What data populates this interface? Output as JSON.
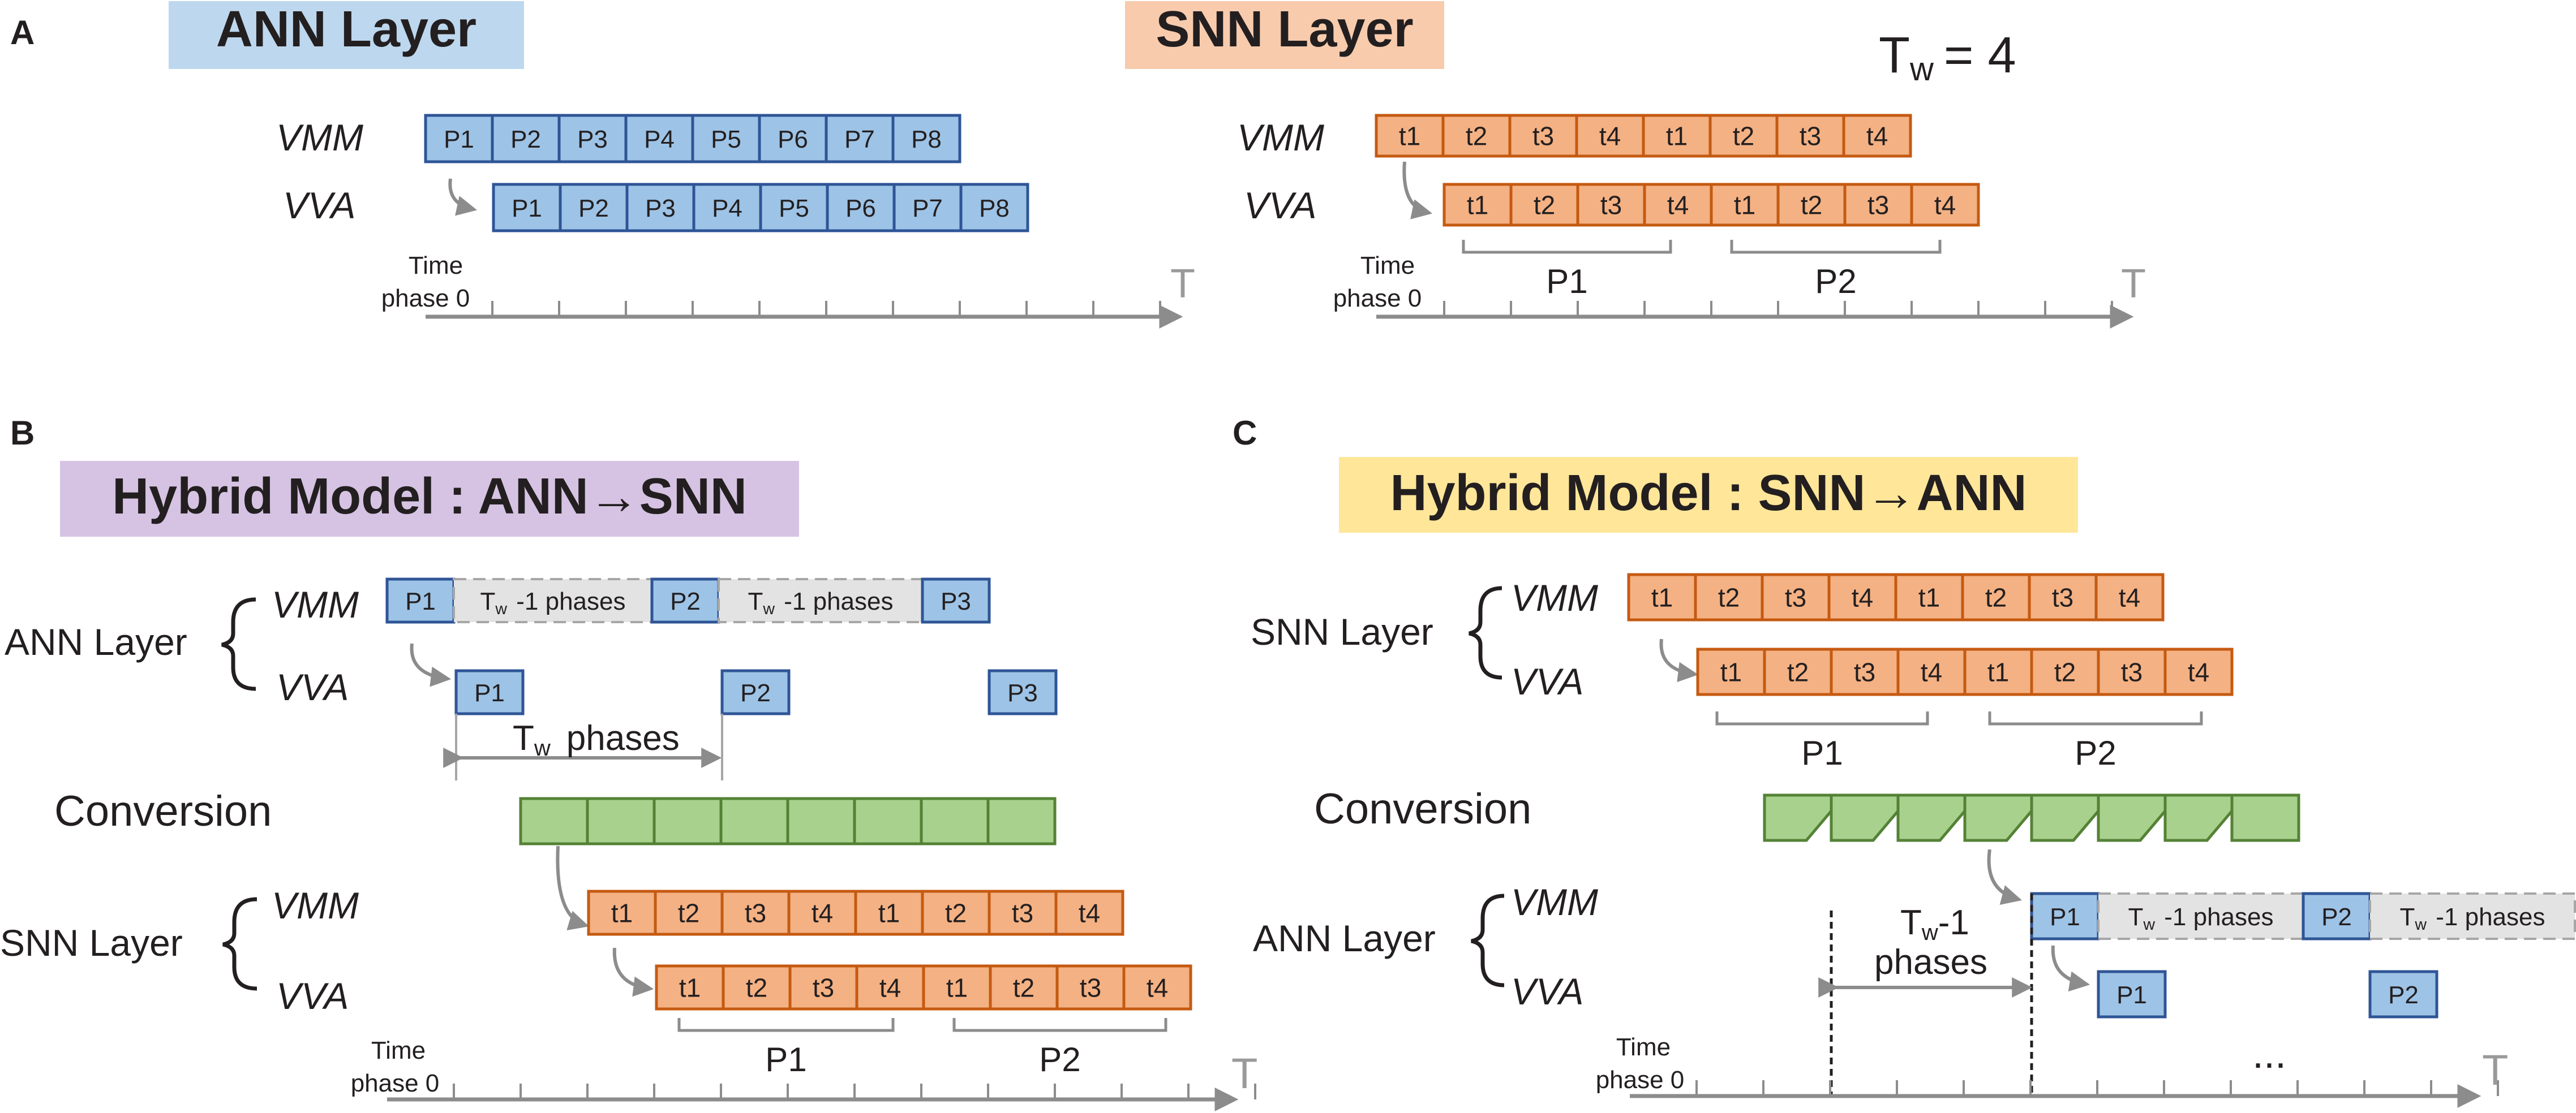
{
  "panel_a": {
    "label": "A",
    "ann_title": "ANN Layer",
    "snn_title": "SNN Layer",
    "tw_symbol": "T",
    "tw_sub": "w",
    "tw_value": "= 4",
    "ann": {
      "vmm_label": "VMM",
      "vva_label": "VVA",
      "vmm_cells": [
        "P1",
        "P2",
        "P3",
        "P4",
        "P5",
        "P6",
        "P7",
        "P8"
      ],
      "vva_cells": [
        "P1",
        "P2",
        "P3",
        "P4",
        "P5",
        "P6",
        "P7",
        "P8"
      ],
      "time_label_1": "Time",
      "time_label_2": "phase 0",
      "axis_end": "T"
    },
    "snn": {
      "vmm_label": "VMM",
      "vva_label": "VVA",
      "vmm_cells": [
        "t1",
        "t2",
        "t3",
        "t4",
        "t1",
        "t2",
        "t3",
        "t4"
      ],
      "vva_cells": [
        "t1",
        "t2",
        "t3",
        "t4",
        "t1",
        "t2",
        "t3",
        "t4"
      ],
      "brace_labels": [
        "P1",
        "P2"
      ],
      "time_label_1": "Time",
      "time_label_2": "phase 0",
      "axis_end": "T"
    }
  },
  "panel_b": {
    "label": "B",
    "title": "Hybrid Model : ANN→SNN",
    "ann_group_label": "ANN Layer",
    "snn_group_label": "SNN Layer",
    "vmm_label": "VMM",
    "vva_label": "VVA",
    "snn_vmm_label": "VMM",
    "snn_vva_label": "VVA",
    "ann_blocks": [
      "P1",
      "P2",
      "P3"
    ],
    "gap_text_main": "T",
    "gap_text_sub": "w",
    "gap_text_rest": "-1 phases",
    "vva_blocks": [
      "P1",
      "P2",
      "P3"
    ],
    "span_main": "T",
    "span_sub": "w",
    "span_rest": "phases",
    "conversion_label": "Conversion",
    "conversion_count": 8,
    "snn_vmm_cells": [
      "t1",
      "t2",
      "t3",
      "t4",
      "t1",
      "t2",
      "t3",
      "t4"
    ],
    "snn_vva_cells": [
      "t1",
      "t2",
      "t3",
      "t4",
      "t1",
      "t2",
      "t3",
      "t4"
    ],
    "brace_labels": [
      "P1",
      "P2"
    ],
    "time_label_1": "Time",
    "time_label_2": "phase 0",
    "axis_end": "T"
  },
  "panel_c": {
    "label": "C",
    "title": "Hybrid Model : SNN→ANN",
    "snn_group_label": "SNN Layer",
    "ann_group_label": "ANN Layer",
    "vmm_label": "VMM",
    "vva_label": "VVA",
    "ann_vmm_label": "VMM",
    "ann_vva_label": "VVA",
    "snn_vmm_cells": [
      "t1",
      "t2",
      "t3",
      "t4",
      "t1",
      "t2",
      "t3",
      "t4"
    ],
    "snn_vva_cells": [
      "t1",
      "t2",
      "t3",
      "t4",
      "t1",
      "t2",
      "t3",
      "t4"
    ],
    "brace_labels": [
      "P1",
      "P2"
    ],
    "conversion_label": "Conversion",
    "conversion_count": 8,
    "ann_blocks": [
      "P1",
      "P2"
    ],
    "gap_text_main": "T",
    "gap_text_sub": "w",
    "gap_text_rest": "-1 phases",
    "vva_blocks": [
      "P1",
      "P2"
    ],
    "span_line1_main": "T",
    "span_line1_sub": "w",
    "span_line1_rest": "-1",
    "span_line2": "phases",
    "ellipsis": "...",
    "time_label_1": "Time",
    "time_label_2": "phase 0",
    "axis_end": "T"
  },
  "colors": {
    "ann_fill": "#9dc3e6",
    "ann_stroke": "#2f5597",
    "snn_fill": "#f4b183",
    "snn_stroke": "#c55a11",
    "conv_fill": "#a9d18e",
    "conv_stroke": "#548235",
    "gap_fill": "#e3e3e3",
    "gap_stroke": "#a6a6a6",
    "axis": "#8c8c8c",
    "ann_title_bg": "#bdd7ee",
    "snn_title_bg": "#f8cbad",
    "hybrid1_bg": "#d6c3e3",
    "hybrid2_bg": "#ffe699"
  }
}
